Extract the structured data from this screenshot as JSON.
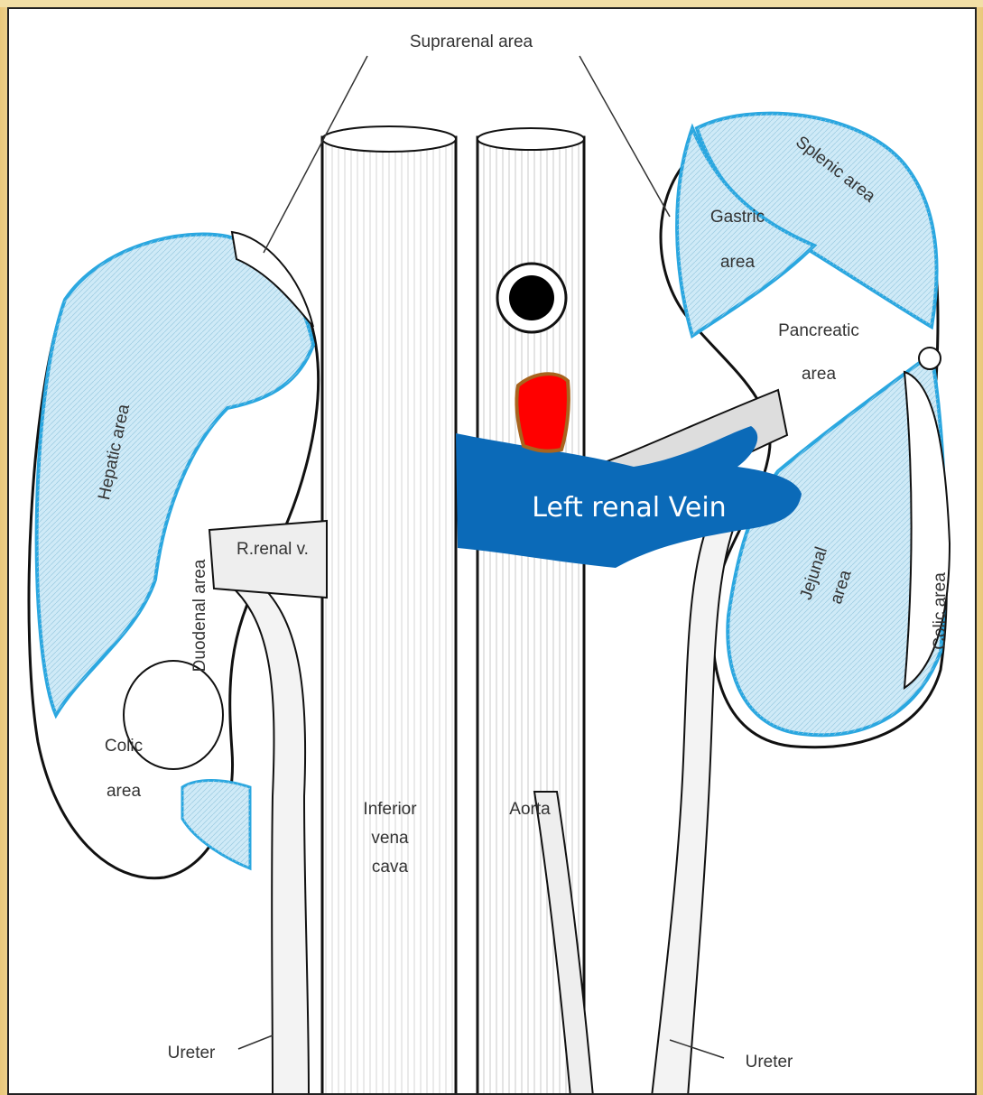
{
  "labels": {
    "suprarenal_area": "Suprarenal area",
    "splenic_area": "Splenic area",
    "gastric_area_line1": "Gastric",
    "gastric_area_line2": "area",
    "pancreatic_area_line1": "Pancreatic",
    "pancreatic_area_line2": "area",
    "hepatic_area": "Hepatic area",
    "duodenal_area": "Duodenal area",
    "r_renal_v": "R.renal v.",
    "jejunal_area_line1": "Jejunal",
    "jejunal_area_line2": "area",
    "colic_area_right": "Colic area",
    "colic_area_left_line1": "Colic",
    "colic_area_left_line2": "area",
    "ivc_line1": "Inferior",
    "ivc_line2": "vena",
    "ivc_line3": "cava",
    "aorta": "Aorta",
    "ureter_left": "Ureter",
    "ureter_right": "Ureter",
    "left_renal_vein": "Left renal Vein"
  },
  "colors": {
    "area_fill": "#cfeaf7",
    "area_border": "#2aa7e0",
    "left_renal_vein_highlight": "#0b6ab8",
    "sma_highlight": "#ff0000",
    "sma_outline": "#a8641e"
  }
}
